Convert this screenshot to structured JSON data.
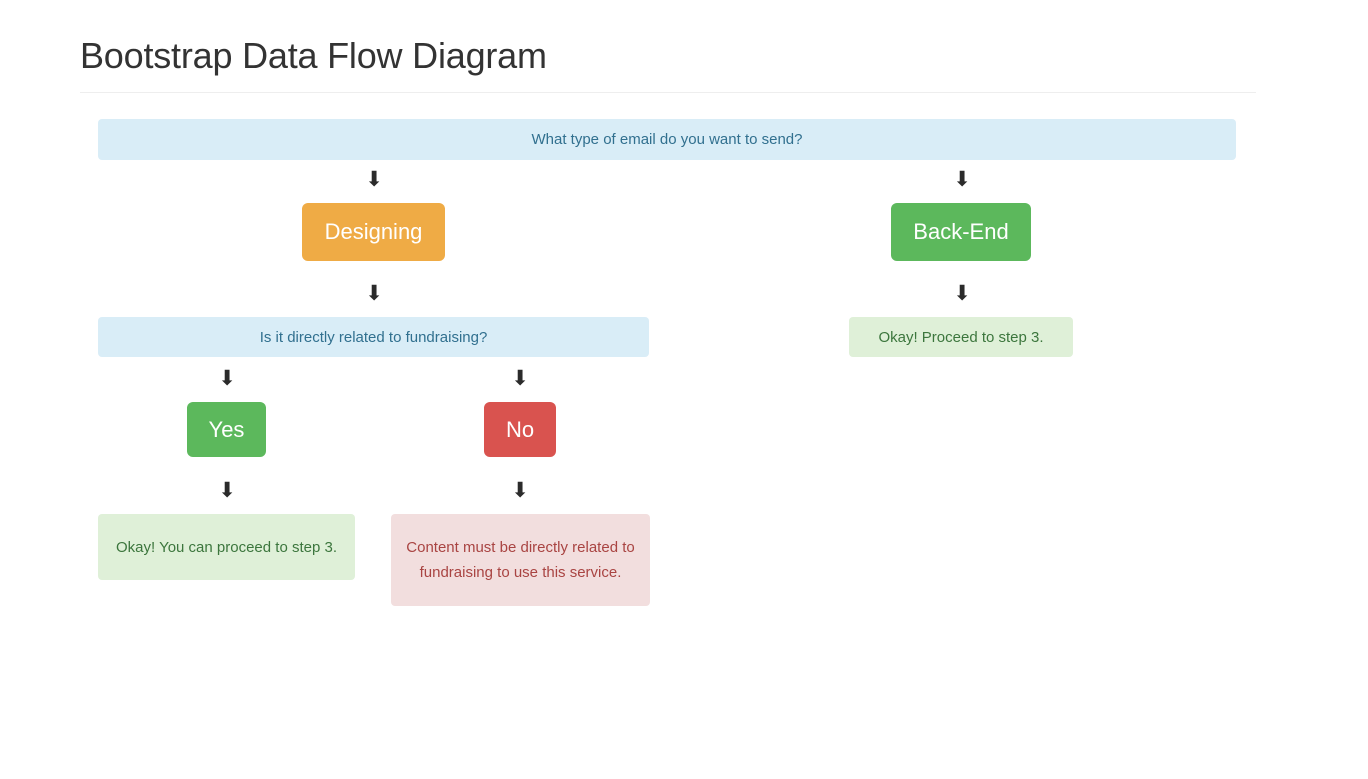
{
  "header": {
    "title": "Bootstrap Data Flow Diagram"
  },
  "colors": {
    "info_bg": "#d9edf7",
    "info_text": "#31708f",
    "success_bg": "#dff0d8",
    "success_text": "#3c763d",
    "danger_bg": "#f2dede",
    "danger_text": "#a94442",
    "btn_warning": "#efab45",
    "btn_success": "#5cb85c",
    "btn_danger": "#d9534f",
    "page_text": "#333333",
    "rule": "#eeeeee"
  },
  "flow": {
    "question_email": "What type of email do you want to send?",
    "question_fundraising": "Is it directly related to fundraising?",
    "option_designing": "Designing",
    "option_backend": "Back-End",
    "option_yes": "Yes",
    "option_no": "No",
    "result_backend": "Okay! Proceed to step 3.",
    "result_yes": "Okay! You can proceed to step 3.",
    "result_no": "Content must be directly related to fundraising to use this service.",
    "arrow_glyph": "⬇"
  }
}
